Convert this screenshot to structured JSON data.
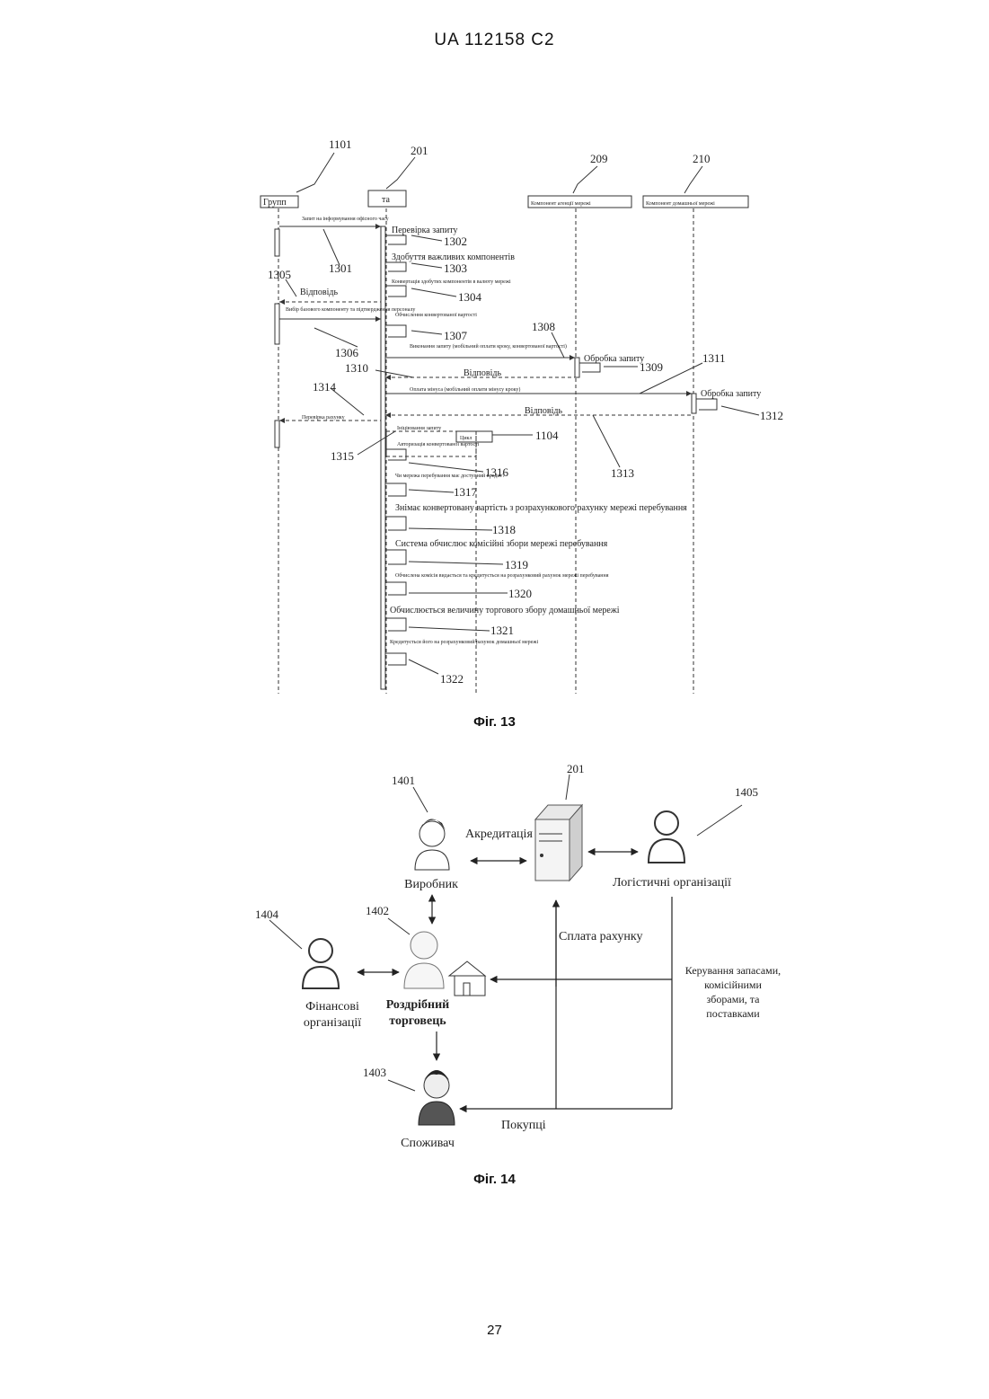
{
  "header": "UA   112158   C2",
  "page_number": "27",
  "fig13": {
    "caption": "Фіг. 13",
    "ref_numbers": [
      "1101",
      "201",
      "209",
      "210"
    ],
    "lifelines": [
      "Групп",
      "та",
      "Компонент агенції мережі",
      "Компонент домашньої мережі"
    ],
    "numbers": [
      "1301",
      "1302",
      "1303",
      "1304",
      "1305",
      "1306",
      "1307",
      "1308",
      "1309",
      "1310",
      "1311",
      "1312",
      "1313",
      "1314",
      "1315",
      "1104",
      "1316",
      "1317",
      "1318",
      "1319",
      "1320",
      "1321",
      "1322"
    ],
    "messages": [
      "Запит на інформування офісного часу",
      "Перевірка запиту",
      "Здобуття важливих компонентів",
      "Конвертація здобутих компонентів в валюту мережі",
      "Відповідь",
      "Вибір базового компоненту та підтвердження персоналу",
      "Обчислення конвертованої вартості",
      "Виконання запиту (мобільний оплати кроку, конвертованої вартості)",
      "Обробка запиту",
      "Відповідь",
      "Оплата мінуса (мобільний оплати мінусу кроку)",
      "Обробка запиту",
      "Відповідь",
      "Перевірка рахунку",
      "Ініціювання запиту",
      "Цикл",
      "Авторизація конвертованої вартості",
      "Чи мережа перебування має доступний кредит?",
      "Знімає конвертовану вартість з розрахункового рахунку мережі перебування",
      "Система обчислює комісійні збори мережі перебування",
      "Обчислена комісія видається та кредитується на розрахунковий рахунок мережі перебування",
      "Обчислюється величину торгового збору домашньої мережі",
      "Кредитується його на розрахунковий рахунок домашньої мережі"
    ]
  },
  "fig14": {
    "caption": "Фіг. 14",
    "ref_numbers": [
      "201",
      "1401",
      "1402",
      "1403",
      "1404",
      "1405"
    ],
    "nodes": {
      "producer": "Виробник",
      "logistics": "Логістичні організації",
      "financial": [
        "Фінансові",
        "організації"
      ],
      "retailer": [
        "Роздрібний",
        "торговець"
      ],
      "consumer": "Споживач"
    },
    "edge_labels": {
      "accreditation": "Акредитація",
      "payment": "Сплата рахунку",
      "management": [
        "Керування запасами,",
        "комісійними",
        "зборами, та",
        "поставками"
      ],
      "purchases": "Покупці"
    }
  }
}
